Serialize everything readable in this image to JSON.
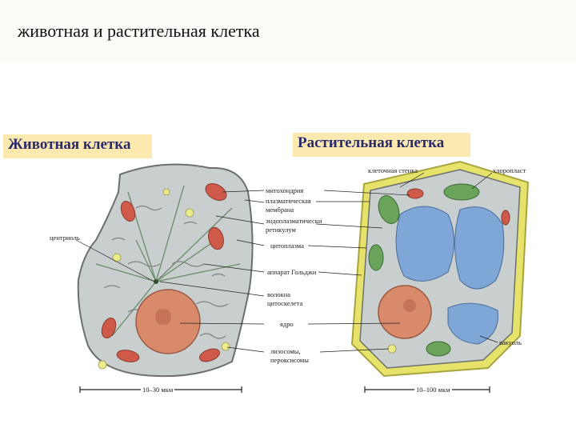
{
  "header": {
    "title": "животная и растительная клетка"
  },
  "headings": {
    "animal": "Животная клетка",
    "plant": "Растительная клетка"
  },
  "labels": {
    "centriole": "центриоль",
    "mitochondria": "митохондрия",
    "plasma_membrane_1": "плазматическая",
    "plasma_membrane_2": "мембрана",
    "er_1": "эндоплазматически",
    "er_2": "ретикулум",
    "cytoplasm": "цитоплазма",
    "golgi": "аппарат Гольджи",
    "cytoskeleton_1": "волокна",
    "cytoskeleton_2": "цитоскелета",
    "nucleus": "ядро",
    "lysosomes_1": "лизосомы,",
    "lysosomes_2": "пероксисомы",
    "cell_wall": "клеточная стенка",
    "chloroplast": "хлоропласт",
    "vacuole": "вакуоль"
  },
  "scales": {
    "animal": "10–30 мкм",
    "plant": "10–100 мкм"
  },
  "colors": {
    "cytoplasm": "#c9cfcf",
    "nucleus": "#d98a6a",
    "mitochondria": "#cf5a4a",
    "cell_wall": "#e7e36a",
    "chloroplast": "#6aa35a",
    "vacuole": "#7ea6d6",
    "badge_bg": "#fbe9b0",
    "badge_text": "#2a2a6a"
  }
}
